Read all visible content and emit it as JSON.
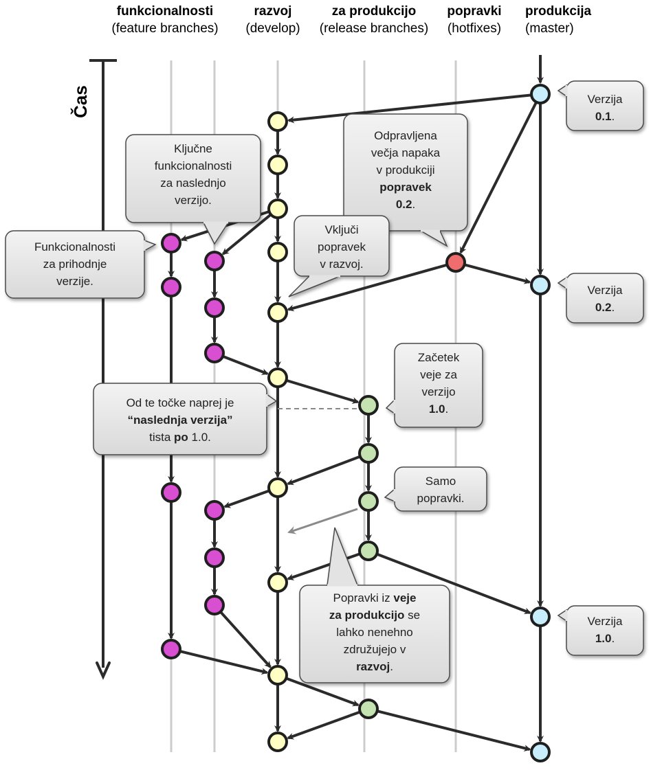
{
  "lanes": [
    {
      "id": "feature",
      "title": "funkcionalnosti",
      "subtitle": "(feature branches)"
    },
    {
      "id": "develop",
      "title": "razvoj",
      "subtitle": "(develop)"
    },
    {
      "id": "release",
      "title": "za produkcijo",
      "subtitle": "(release branches)"
    },
    {
      "id": "hotfix",
      "title": "popravki",
      "subtitle": "(hotfixes)"
    },
    {
      "id": "master",
      "title": "produkcija",
      "subtitle": "(master)"
    }
  ],
  "time_axis_label": "Čas",
  "colors": {
    "develop": "#ffffc4",
    "feature": "#d94fd1",
    "release": "#c4e3b0",
    "hotfix": "#f06d6d",
    "master": "#c7eefa",
    "lane_line": "#cccccc",
    "arrow": "#2b2b2b",
    "callout_fill": "#e6e6e6"
  },
  "callouts": {
    "v01": {
      "lines": [
        [
          {
            "t": "Verzija"
          }
        ],
        [
          {
            "t": "0.1",
            "b": true
          },
          {
            "t": "."
          }
        ]
      ]
    },
    "v02": {
      "lines": [
        [
          {
            "t": "Verzija"
          }
        ],
        [
          {
            "t": "0.2",
            "b": true
          },
          {
            "t": "."
          }
        ]
      ]
    },
    "v10": {
      "lines": [
        [
          {
            "t": "Verzija"
          }
        ],
        [
          {
            "t": "1.0",
            "b": true
          },
          {
            "t": "."
          }
        ]
      ]
    },
    "hotfix_bug": {
      "lines": [
        [
          {
            "t": "Odpravljena"
          }
        ],
        [
          {
            "t": "večja napaka"
          }
        ],
        [
          {
            "t": "v produkciji"
          }
        ],
        [
          {
            "t": "popravek",
            "b": true
          }
        ],
        [
          {
            "t": "0.2",
            "b": true
          },
          {
            "t": "."
          }
        ]
      ]
    },
    "key_features": {
      "lines": [
        [
          {
            "t": "Ključne"
          }
        ],
        [
          {
            "t": "funkcionalnosti"
          }
        ],
        [
          {
            "t": "za naslednjo"
          }
        ],
        [
          {
            "t": "verzijo."
          }
        ]
      ]
    },
    "include_fix": {
      "lines": [
        [
          {
            "t": "Vključi"
          }
        ],
        [
          {
            "t": "popravek"
          }
        ],
        [
          {
            "t": "v razvoj."
          }
        ]
      ]
    },
    "future_features": {
      "lines": [
        [
          {
            "t": "Funkcionalnosti"
          }
        ],
        [
          {
            "t": "za prihodnje"
          }
        ],
        [
          {
            "t": "verzije."
          }
        ]
      ]
    },
    "release_start": {
      "lines": [
        [
          {
            "t": "Začetek"
          }
        ],
        [
          {
            "t": "veje za"
          }
        ],
        [
          {
            "t": "verzijo"
          }
        ],
        [
          {
            "t": "1.0",
            "b": true
          },
          {
            "t": "."
          }
        ]
      ]
    },
    "next_version": {
      "lines": [
        [
          {
            "t": "Od te točke naprej je"
          }
        ],
        [
          {
            "t": "“naslednja verzija”",
            "b": true
          }
        ],
        [
          {
            "t": "tista "
          },
          {
            "t": "po",
            "b": true
          },
          {
            "t": " 1.0."
          }
        ]
      ]
    },
    "only_fixes": {
      "lines": [
        [
          {
            "t": "Samo"
          }
        ],
        [
          {
            "t": "popravki."
          }
        ]
      ]
    },
    "merge_fixes": {
      "lines": [
        [
          {
            "t": "Popravki iz "
          },
          {
            "t": "veje",
            "b": true
          }
        ],
        [
          {
            "t": "za produkcijo",
            "b": true
          },
          {
            "t": " se"
          }
        ],
        [
          {
            "t": "lahko nenehno"
          }
        ],
        [
          {
            "t": "združujejo v"
          }
        ],
        [
          {
            "t": "razvoj",
            "b": true
          },
          {
            "t": "."
          }
        ]
      ]
    }
  }
}
